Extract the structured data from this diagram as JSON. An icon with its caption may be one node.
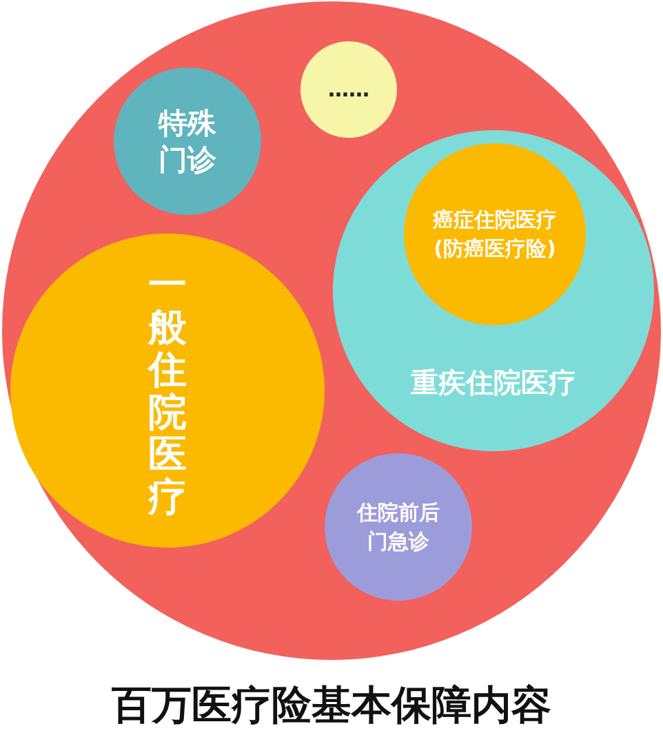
{
  "diagram": {
    "title": "百万医疗险基本保障内容",
    "nodes": [
      {
        "text": [],
        "shape": "circle"
      },
      {
        "text": [
          "……"
        ],
        "in": 0
      },
      {
        "text": [
          "特殊门诊"
        ],
        "in": 0
      },
      {
        "text": [
          "重疾住院医疗"
        ],
        "in": 0
      },
      {
        "text": [
          "癌症住院医疗(防癌医疗险)"
        ],
        "in": 3
      },
      {
        "text": [
          "一般住院医疗"
        ],
        "in": 0
      },
      {
        "text": [
          "住院前后门急诊"
        ],
        "in": 0
      }
    ]
  }
}
